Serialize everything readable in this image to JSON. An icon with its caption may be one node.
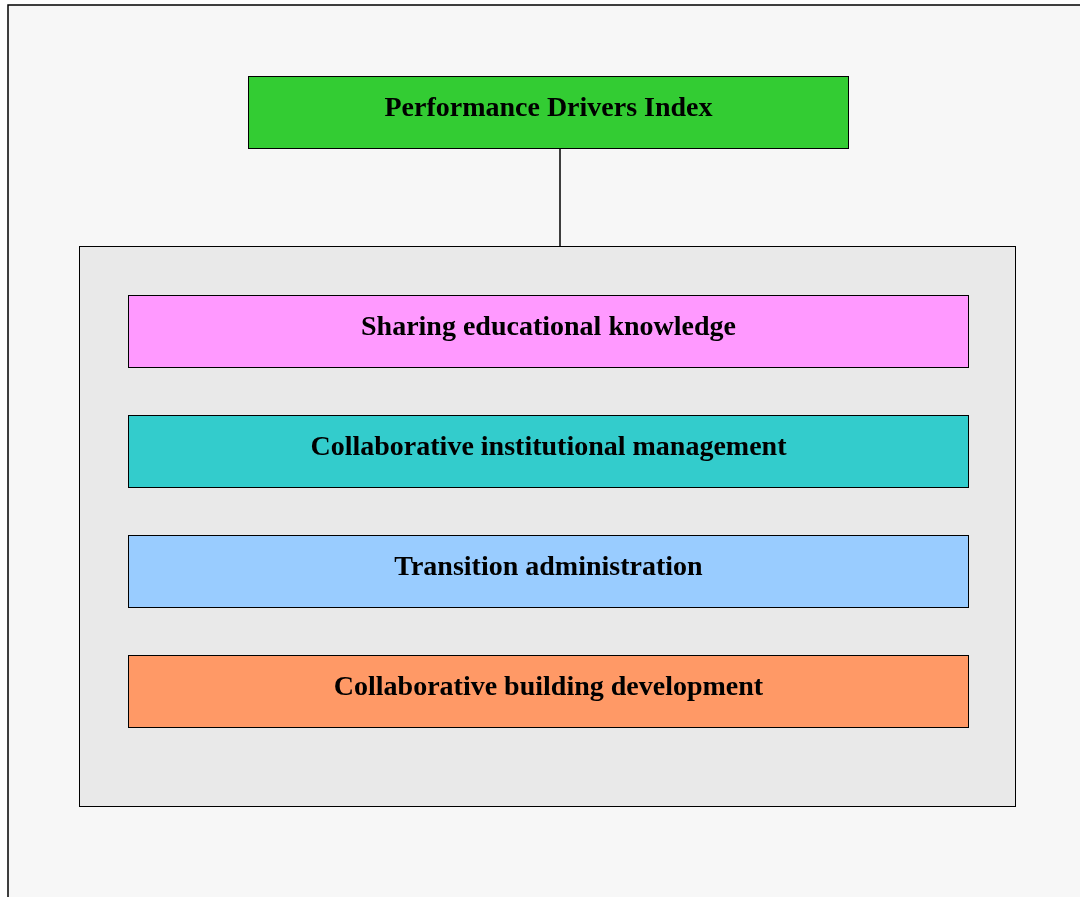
{
  "diagram": {
    "nodes": [
      {
        "text": [
          "Performance Drivers Index"
        ]
      },
      {
        "text": [],
        "shape": "box"
      },
      {
        "text": [
          "Sharing educational knowledge"
        ],
        "in": 1
      },
      {
        "text": [
          "Collaborative institutional management"
        ],
        "in": 1
      },
      {
        "text": [
          "Transition administration"
        ],
        "in": 1
      },
      {
        "text": [
          "Collaborative building development"
        ],
        "in": 1
      }
    ],
    "edges": [
      {
        "from": 0,
        "to": 1,
        "arrow": "none"
      }
    ]
  }
}
